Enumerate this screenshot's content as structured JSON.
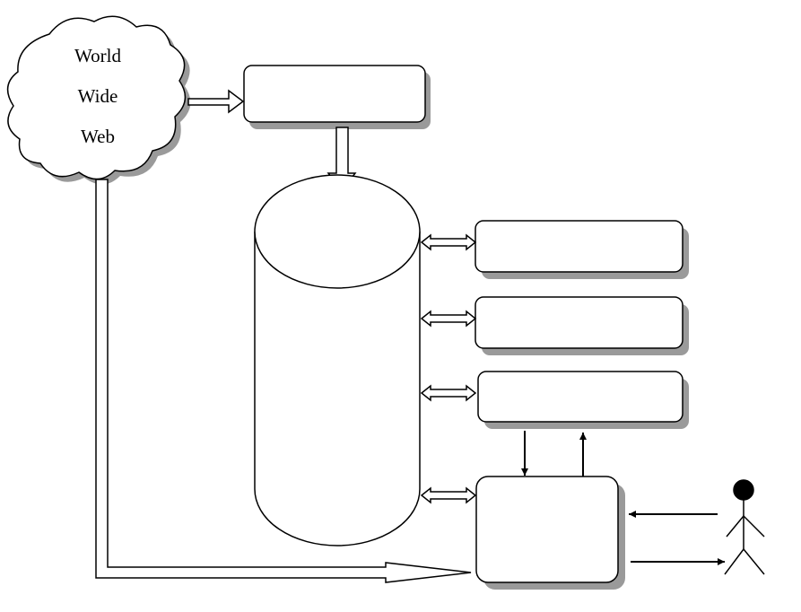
{
  "cloud": {
    "line1": "World",
    "line2": "Wide",
    "line3": "Web"
  },
  "colors": {
    "stroke": "#000000",
    "fill": "#ffffff",
    "shadow": "#9a9a9a"
  }
}
